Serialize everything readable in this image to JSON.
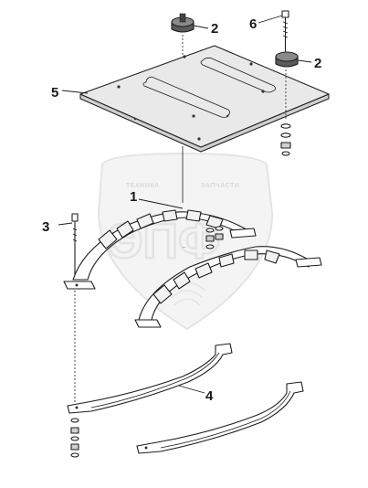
{
  "watermark": {
    "brand_left": "ТЕХНИКА",
    "brand_right": "ЗАПЧАСТИ",
    "monogram": "ЭПФ"
  },
  "callouts": [
    {
      "id": "callout-1",
      "label": "1"
    },
    {
      "id": "callout-2-left",
      "label": "2"
    },
    {
      "id": "callout-2-right",
      "label": "2"
    },
    {
      "id": "callout-3",
      "label": "3"
    },
    {
      "id": "callout-4",
      "label": "4"
    },
    {
      "id": "callout-5",
      "label": "5"
    },
    {
      "id": "callout-6",
      "label": "6"
    }
  ],
  "colors": {
    "line": "#1e1e1e",
    "plate_fill": "#e6e6e6",
    "damper_fill": "#6e6e6e",
    "watermark": "#dedede"
  }
}
